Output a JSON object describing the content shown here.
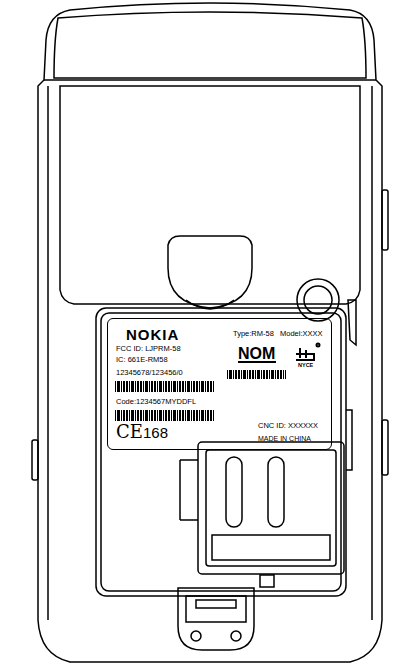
{
  "diagram": {
    "nodes": [
      {
        "text": [
          "NOKIA",
          "Type:RM-58",
          "Model:XXXX",
          "FCC ID: LJPRM-58",
          "IC: 661E-RM58",
          "12345678/123456/0",
          "NOM",
          "NYCE",
          "Code:1234567MYDDFL",
          "CE",
          "168",
          "CNC ID: XXXXXX",
          "MADE IN CHINA"
        ]
      }
    ]
  }
}
